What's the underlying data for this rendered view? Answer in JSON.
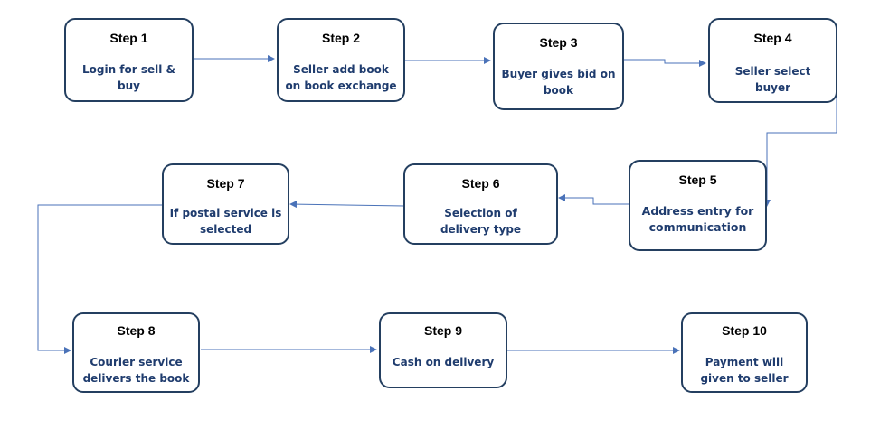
{
  "colors": {
    "box_border": "#243f60",
    "text": "#1f3c6e",
    "title": "#000000",
    "arrow": "#4a72b8"
  },
  "steps": [
    {
      "title": "Step 1",
      "text": "Login for sell & buy"
    },
    {
      "title": "Step 2",
      "text": "Seller add book on book exchange"
    },
    {
      "title": "Step 3",
      "text": "Buyer gives bid on book"
    },
    {
      "title": "Step 4",
      "text": "Seller select buyer"
    },
    {
      "title": "Step 5",
      "text": "Address entry for communication"
    },
    {
      "title": "Step 6",
      "text": "Selection of delivery type"
    },
    {
      "title": "Step 7",
      "text": "If postal service is selected"
    },
    {
      "title": "Step 8",
      "text": "Courier service delivers the book"
    },
    {
      "title": "Step 9",
      "text": "Cash on delivery"
    },
    {
      "title": "Step 10",
      "text": "Payment will given to seller"
    }
  ]
}
